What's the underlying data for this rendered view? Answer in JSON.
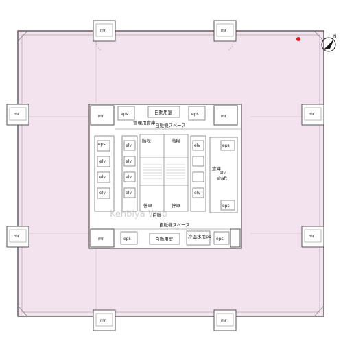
{
  "floorplan": {
    "colors": {
      "office_area": "#f3e3ee",
      "wall": "#555555",
      "line": "#777777",
      "marker": "#e0181b",
      "compass": "#1a1a1a"
    },
    "north_label": "N",
    "rooms": {
      "mr": "mr",
      "eps": "eps",
      "elv": "elv",
      "elv_shaft": "elv\nshaft",
      "kanri_soko": "管理用倉庫",
      "jihanki_space": "自販機スペース",
      "teisha": "停車",
      "kaidan": "階段",
      "jihan": "自販",
      "soko": "倉庫",
      "reitou_ps": "冷温水用ps",
      "jikaisho_shitsu": "自動用室"
    },
    "watermark": "Kenbiya Web"
  }
}
